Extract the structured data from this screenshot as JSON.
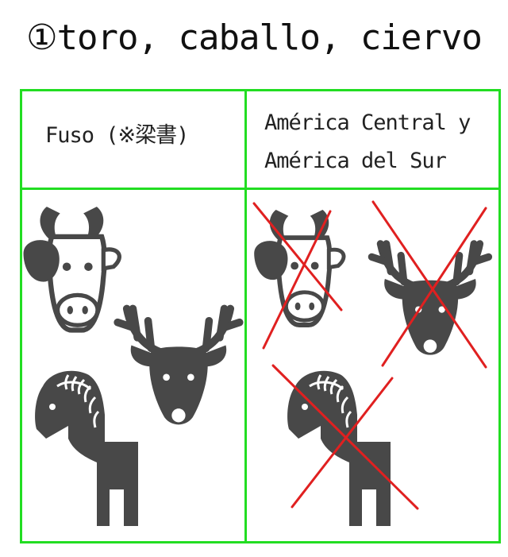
{
  "title": "①toro, caballo, ciervo",
  "columns": [
    {
      "header": "Fuso (※梁書)",
      "animals": [
        "cow-icon",
        "deer-icon",
        "horse-icon"
      ],
      "crossed_out": false
    },
    {
      "header_line1": "América Central y",
      "header_line2": "América del Sur",
      "animals": [
        "cow-icon",
        "deer-icon",
        "horse-icon"
      ],
      "crossed_out": true
    }
  ],
  "colors": {
    "grid": "#22dd22",
    "animal": "#484848",
    "cross": "#e02020"
  }
}
